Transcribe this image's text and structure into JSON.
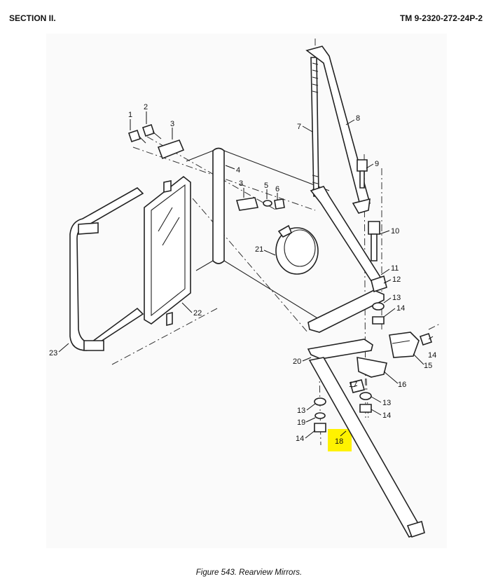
{
  "header": {
    "section": "SECTION II.",
    "tm_number": "TM 9-2320-272-24P-2"
  },
  "caption": "Figure 543.  Rearview Mirrors.",
  "callouts": [
    "1",
    "2",
    "3",
    "4",
    "3",
    "5",
    "6",
    "7",
    "8",
    "9",
    "10",
    "11",
    "12",
    "13",
    "14",
    "21",
    "22",
    "23",
    "20",
    "17",
    "16",
    "15",
    "14",
    "13",
    "14",
    "13",
    "19",
    "14",
    "18"
  ],
  "highlight_color": "#fff200"
}
